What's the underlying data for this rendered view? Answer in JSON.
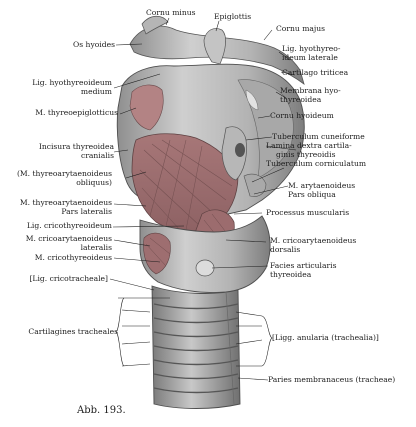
{
  "figure": {
    "number": "Abb. 193.",
    "colors": {
      "cartilage": "#bcbcbc",
      "muscle": "#b07f80",
      "ink": "#1c1c1c",
      "background": "#ffffff"
    },
    "labels": {
      "cornu_minus": "Cornu minus",
      "epiglottis": "Epiglottis",
      "cornu_majus": "Cornu majus",
      "os_hyoides": "Os hyoides",
      "lig_hyothyreoideum_laterale_1": "Lig. hyothyreo-",
      "lig_hyothyreoideum_laterale_2": "ideum laterale",
      "cartilago_triticea": "Cartilago triticea",
      "lig_hyothyreoideum_medium_1": "Lig. hyothyreoideum",
      "lig_hyothyreoideum_medium_2": "medium",
      "membrana_hyothyreoidea_1": "Membrana hyo-",
      "membrana_hyothyreoidea_2": "thyreoidea",
      "m_thyreoepiglotticus": "M. thyreoepiglotticus",
      "cornu_hyoideum": "Cornu hyoideum",
      "incisura_1": "Incisura thyreoidea",
      "incisura_2": "cranialis",
      "tuberculum_cuneiforme": "Tuberculum cuneiforme",
      "lamina_dextra_1": "Lamina dextra cartila-",
      "lamina_dextra_2": "ginis thyreoidis",
      "tuberculum_corniculatum": "Tuberculum corniculatum",
      "m_thyreoarytaenoideus_obliquus_1": "(M. thyreoarytaenoideus",
      "m_thyreoarytaenoideus_obliquus_2": "obliquus)",
      "m_arytaenoideus_1": "M. arytaenoideus",
      "m_arytaenoideus_2": "Pars obliqua",
      "m_thyreoarytaenoideus_lat_1": "M. thyreoarytaenoideus",
      "m_thyreoarytaenoideus_lat_2": "Pars lateralis",
      "processus_muscularis": "Processus muscularis",
      "lig_cricothyreoideum": "Lig. cricothyreoideum",
      "m_cricoarytaenoideus_lat_1": "M. cricoarytaenoideus",
      "m_cricoarytaenoideus_lat_2": "lateralis",
      "m_cricoarytaenoideus_dors_1": "M. cricoarytaenoideus",
      "m_cricoarytaenoideus_dors_2": "dorsalis",
      "m_cricothyreoideus": "M. cricothyreoideus",
      "facies_articularis_1": "Facies articularis",
      "facies_articularis_2": "thyreoidea",
      "lig_cricotracheale": "[Lig. cricotracheale]",
      "cartilagines_tracheales": "Cartilagines tracheales",
      "ligg_anularia": "[Ligg. anularia (trachealia)]",
      "paries_membranaceus": "Paries membranaceus (tracheae)"
    }
  }
}
